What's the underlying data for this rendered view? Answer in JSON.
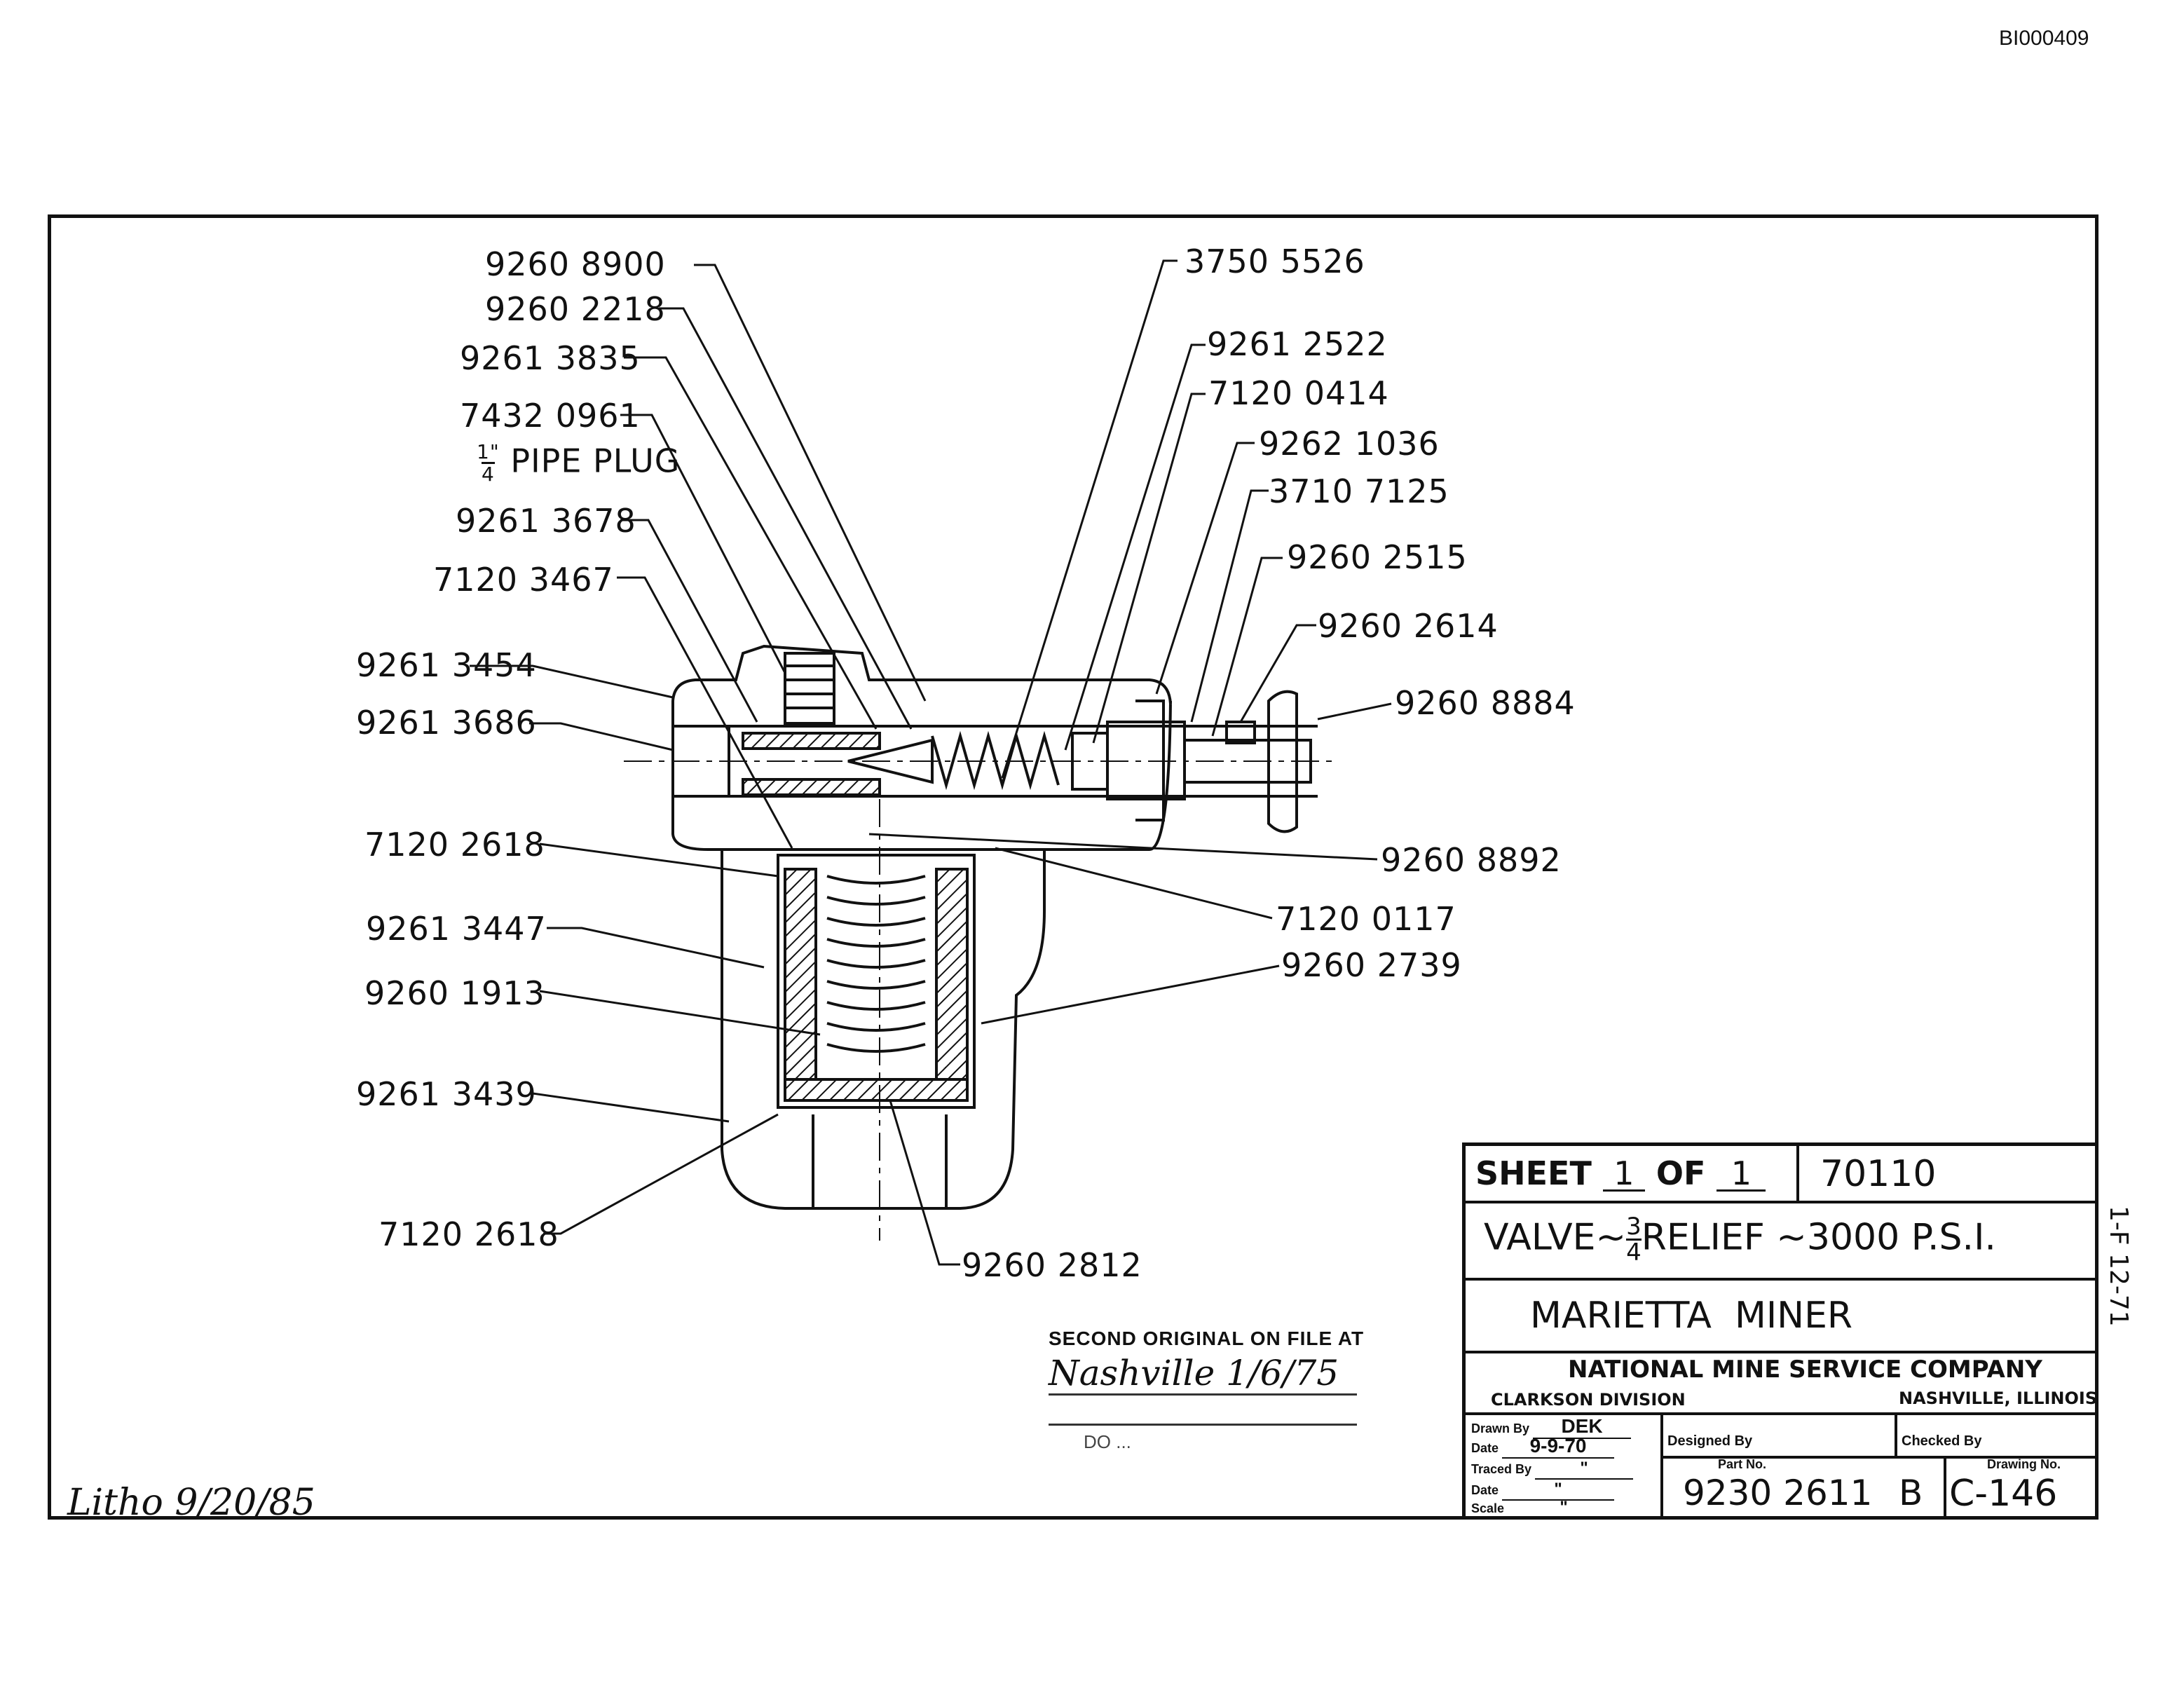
{
  "document_id": "BI000409",
  "callouts": {
    "c01": "9260 8900",
    "c02": "9260 2218",
    "c03": "9261 3835",
    "c04": "7432 0961",
    "c05_frac_num": "1\"",
    "c05_frac_den": "4",
    "c05": "PIPE PLUG",
    "c06": "9261 3678",
    "c07": "7120 3467",
    "c08": "9261 3454",
    "c09": "9261 3686",
    "c10": "7120 2618",
    "c11": "9261 3447",
    "c12": "9260 1913",
    "c13": "9261 3439",
    "c14": "7120 2618",
    "c15": "9260 2812",
    "c16": "3750 5526",
    "c17": "9261 2522",
    "c18": "7120 0414",
    "c19": "9262 1036",
    "c20": "3710 7125",
    "c21": "9260 2515",
    "c22": "9260 2614",
    "c23": "9260 8884",
    "c24": "9260 8892",
    "c25": "7120 0117",
    "c26": "9260 2739"
  },
  "stamp": {
    "line1": "SECOND ORIGINAL ON FILE AT",
    "signature": "Nashville 1/6/75",
    "line2": "DO ..."
  },
  "litho_note": "Litho 9/20/85",
  "title_block": {
    "sheet_label": "SHEET",
    "sheet_no": "1",
    "of_label": "OF",
    "of_no": "1",
    "sheet_code": "70110",
    "title_part1": "VALVE~",
    "title_frac_num": "3",
    "title_frac_den": "4",
    "title_part2": "RELIEF ~3000 P.S.I.",
    "machine": "MARIETTA  MINER",
    "company": "NATIONAL MINE SERVICE COMPANY",
    "division": "CLARKSON DIVISION",
    "location": "NASHVILLE, ILLINOIS",
    "drawn_by_label": "Drawn By",
    "drawn_by": "DEK",
    "date_label": "Date",
    "date": "9-9-70",
    "traced_by_label": "Traced By",
    "traced_by": "\"",
    "date2_label": "Date",
    "date2": "\"",
    "scale_label": "Scale",
    "scale": "\"",
    "designed_by_label": "Designed By",
    "checked_by_label": "Checked By",
    "part_no_label": "Part No.",
    "part_no": "9230 2611",
    "revision": "B",
    "drawing_no_label": "Drawing No.",
    "drawing_no": "C-146"
  },
  "margin_note": "1-F 12-71"
}
